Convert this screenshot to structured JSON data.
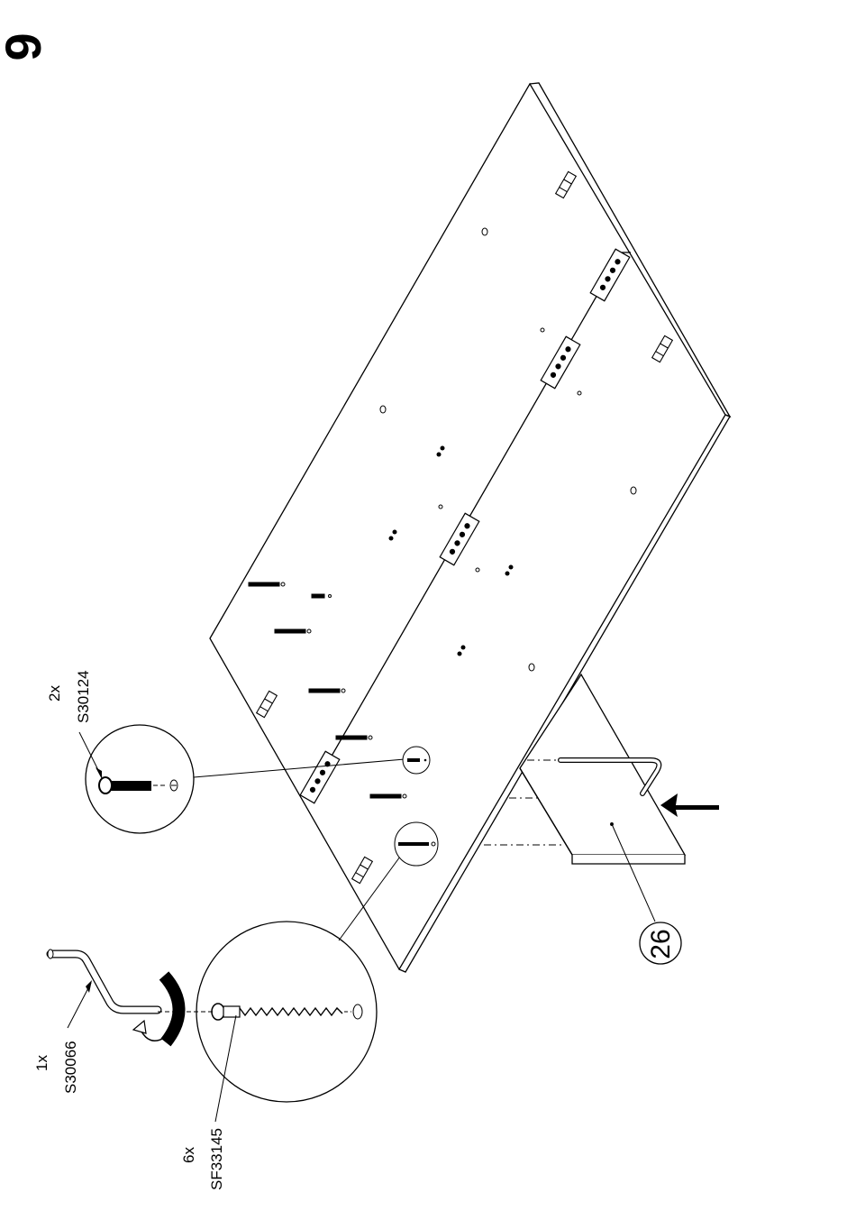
{
  "step": {
    "number": "9"
  },
  "parts": {
    "hex_key": {
      "qty": "1x",
      "code": "S30066"
    },
    "cam_bolt": {
      "qty": "2x",
      "code": "S30124"
    },
    "screw": {
      "qty": "6x",
      "code": "SF33145"
    },
    "panel": {
      "number": "26"
    }
  },
  "colors": {
    "line": "#000000",
    "background": "#ffffff"
  }
}
